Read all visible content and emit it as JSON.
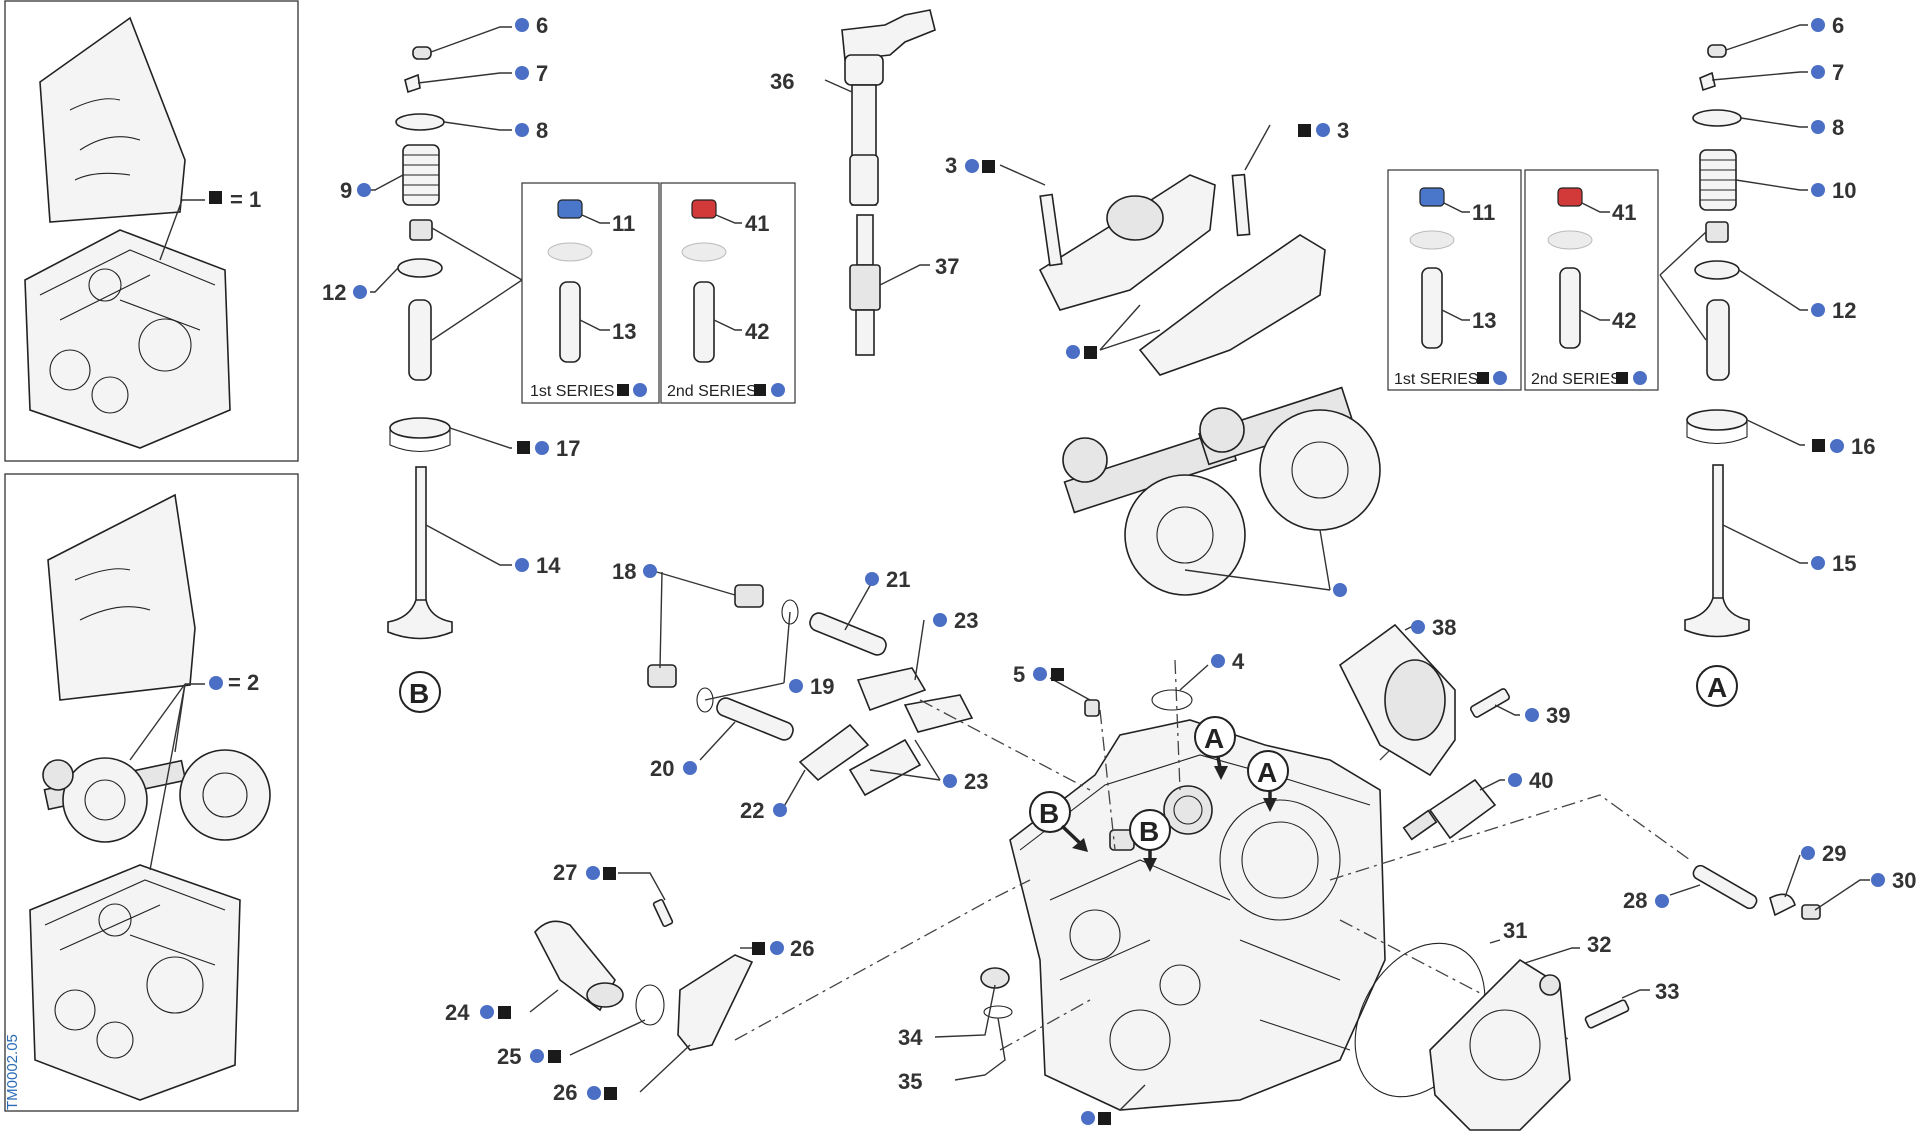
{
  "document_code": "TM0002.05",
  "colors": {
    "dot": "#4a6fc4",
    "square": "#1a1a1a",
    "seal_blue": "#4a77c9",
    "seal_red": "#d23a3a"
  },
  "legend": [
    {
      "label": "= 1",
      "symbol": "square"
    },
    {
      "label": "= 2",
      "symbol": "dot"
    }
  ],
  "view_labels": {
    "a": "A",
    "b": "B"
  },
  "boxes": {
    "left_1st": "1st SERIES",
    "left_2nd": "2nd SERIES",
    "right_1st": "1st SERIES",
    "right_2nd": "2nd SERIES"
  },
  "callouts": [
    {
      "id": "c6l",
      "text": "6"
    },
    {
      "id": "c7l",
      "text": "7"
    },
    {
      "id": "c8l",
      "text": "8"
    },
    {
      "id": "c9",
      "text": "9"
    },
    {
      "id": "c12l",
      "text": "12"
    },
    {
      "id": "c17",
      "text": "17"
    },
    {
      "id": "c14",
      "text": "14"
    },
    {
      "id": "c11l",
      "text": "11"
    },
    {
      "id": "c13l",
      "text": "13"
    },
    {
      "id": "c41l",
      "text": "41"
    },
    {
      "id": "c42l",
      "text": "42"
    },
    {
      "id": "c36",
      "text": "36"
    },
    {
      "id": "c37",
      "text": "37"
    },
    {
      "id": "c3a",
      "text": "3"
    },
    {
      "id": "c3b",
      "text": "3"
    },
    {
      "id": "c6r",
      "text": "6"
    },
    {
      "id": "c7r",
      "text": "7"
    },
    {
      "id": "c8r",
      "text": "8"
    },
    {
      "id": "c10",
      "text": "10"
    },
    {
      "id": "c12r",
      "text": "12"
    },
    {
      "id": "c16",
      "text": "16"
    },
    {
      "id": "c15",
      "text": "15"
    },
    {
      "id": "c11r",
      "text": "11"
    },
    {
      "id": "c13r",
      "text": "13"
    },
    {
      "id": "c41r",
      "text": "41"
    },
    {
      "id": "c42r",
      "text": "42"
    },
    {
      "id": "c18",
      "text": "18"
    },
    {
      "id": "c21",
      "text": "21"
    },
    {
      "id": "c23a",
      "text": "23"
    },
    {
      "id": "c19",
      "text": "19"
    },
    {
      "id": "c20",
      "text": "20"
    },
    {
      "id": "c22",
      "text": "22"
    },
    {
      "id": "c23b",
      "text": "23"
    },
    {
      "id": "c5",
      "text": "5"
    },
    {
      "id": "c4",
      "text": "4"
    },
    {
      "id": "c38",
      "text": "38"
    },
    {
      "id": "c39",
      "text": "39"
    },
    {
      "id": "c40",
      "text": "40"
    },
    {
      "id": "c27",
      "text": "27"
    },
    {
      "id": "c26a",
      "text": "26"
    },
    {
      "id": "c24",
      "text": "24"
    },
    {
      "id": "c25",
      "text": "25"
    },
    {
      "id": "c26b",
      "text": "26"
    },
    {
      "id": "c34",
      "text": "34"
    },
    {
      "id": "c35",
      "text": "35"
    },
    {
      "id": "c31",
      "text": "31"
    },
    {
      "id": "c32",
      "text": "32"
    },
    {
      "id": "c33",
      "text": "33"
    },
    {
      "id": "c28",
      "text": "28"
    },
    {
      "id": "c29",
      "text": "29"
    },
    {
      "id": "c30",
      "text": "30"
    }
  ]
}
